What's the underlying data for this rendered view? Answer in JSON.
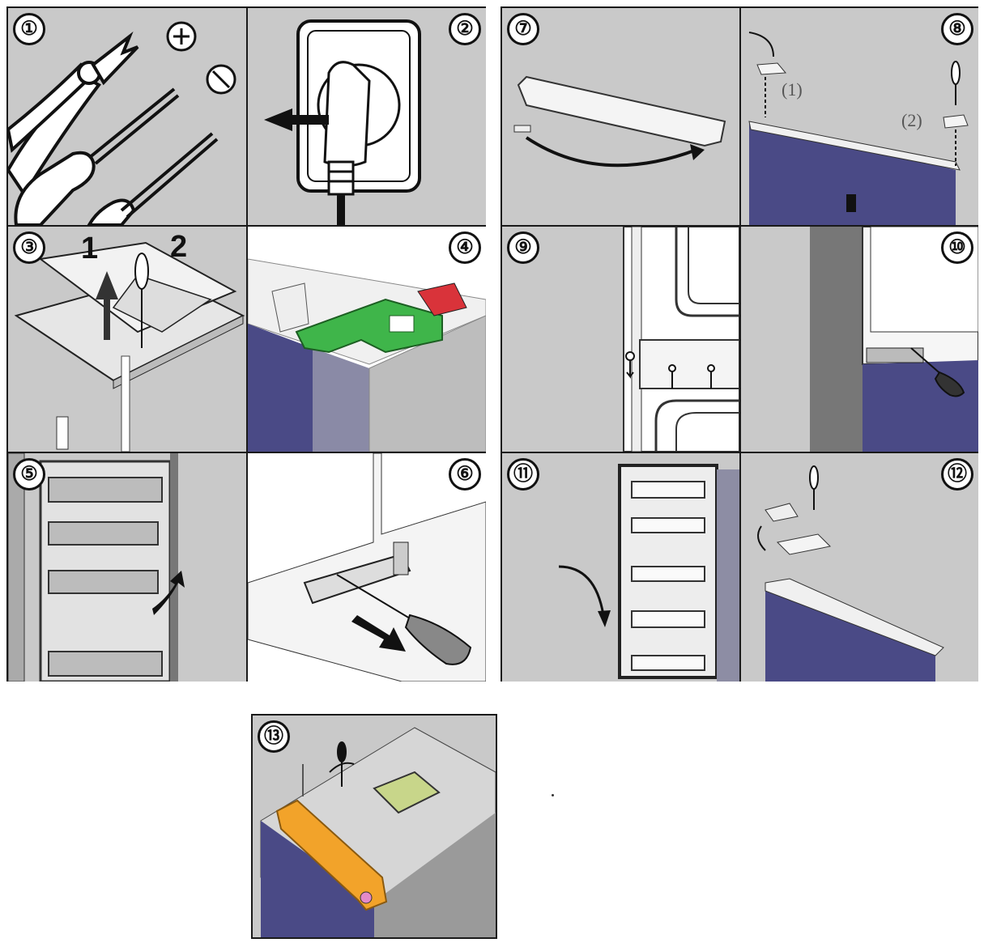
{
  "steps": {
    "s1": "①",
    "s2": "②",
    "s3": "③",
    "s4": "④",
    "s5": "⑤",
    "s6": "⑥",
    "s7": "⑦",
    "s8": "⑧",
    "s9": "⑨",
    "s10": "⑩",
    "s11": "⑪",
    "s12": "⑫",
    "s13": "⑬"
  },
  "panel1": {
    "plus_symbol": "⊕",
    "minus_symbol": "⊘"
  },
  "panel3": {
    "label_1": "1",
    "label_2": "2"
  },
  "panel8": {
    "label_1": "(1)",
    "label_2": "(2)"
  },
  "icons": [
    "pliers-icon",
    "phillips-screwdriver-icon",
    "flat-screwdriver-icon",
    "power-plug-icon",
    "screwdriver-icon",
    "arrow-icon"
  ],
  "colors": {
    "panel_bg": "#c9c9c9",
    "door_blue": "#4a4a86",
    "hinge_green": "#3fb54a",
    "hinge_orange": "#f2a32a",
    "red_part": "#d9333a"
  }
}
